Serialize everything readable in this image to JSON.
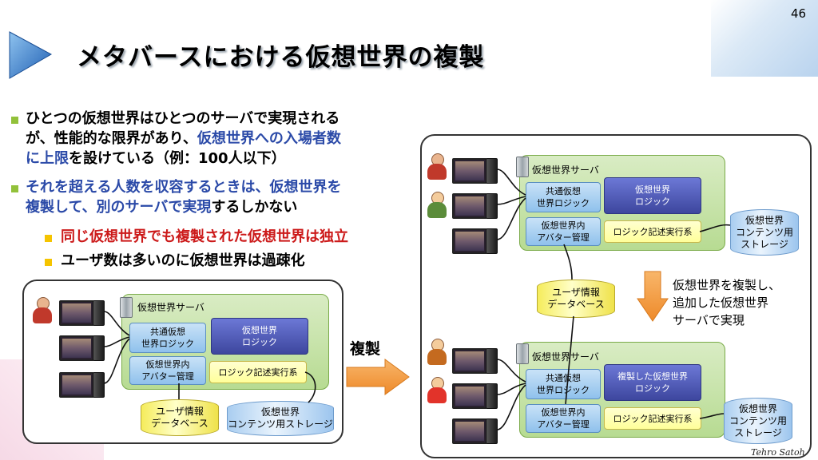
{
  "page_number": "46",
  "author": "Tehro Satoh",
  "title": "メタバースにおける仮想世界の複製",
  "bullets": {
    "b1_line1": "ひとつの仮想世界はひとつのサーバで実現される",
    "b1_line2": "が、性能的な限界があり、",
    "b1_line2_blue": "仮想世界への入場者数",
    "b1_line3_blue": "に上限",
    "b1_line3": "を設けている（例：100人以下）",
    "b2_line1_blue": "それを超える人数を収容するときは、仮想世界を",
    "b2_line2_blue": "複製して、別のサーバで実現",
    "b2_line2": "するしかない",
    "sub1_red": "同じ仮想世界でも複製された仮想世界は独立",
    "sub2": "ユーザ数は多いのに仮想世界は過疎化"
  },
  "diagram_left": {
    "server_label": "仮想世界サーバ",
    "common_logic": "共通仮想\n世界ロジック",
    "world_logic": "仮想世界\nロジック",
    "avatar_mgmt": "仮想世界内\nアバター管理",
    "logic_exec": "ロジック記述実行系",
    "user_db": "ユーザ情報\nデータベース",
    "content_storage_line1": "仮想世界",
    "content_storage_line2": "コンテンツ用ストレージ"
  },
  "replicate_label": "複製",
  "diagram_right": {
    "server1": {
      "label": "仮想世界サーバ",
      "common_logic": "共通仮想\n世界ロジック",
      "world_logic": "仮想世界\nロジック",
      "avatar_mgmt": "仮想世界内\nアバター管理",
      "logic_exec": "ロジック記述実行系",
      "storage": "仮想世界\nコンテンツ用\nストレージ"
    },
    "user_db": "ユーザ情報\nデータベース",
    "note_line1": "仮想世界を複製し、",
    "note_line2": "追加した仮想世界",
    "note_line3": "サーバで実現",
    "server2": {
      "label": "仮想世界サーバ",
      "common_logic": "共通仮想\n世界ロジック",
      "world_logic": "複製した仮想世界\nロジック",
      "avatar_mgmt": "仮想世界内\nアバター管理",
      "logic_exec": "ロジック記述実行系",
      "storage": "仮想世界\nコンテンツ用\nストレージ"
    }
  },
  "colors": {
    "accent_blue": "#2b4aa8",
    "accent_red": "#cc1a1a",
    "bullet_green": "#92c13a",
    "server_green": "#b7db92",
    "arrow_orange": "#f39a3c"
  }
}
